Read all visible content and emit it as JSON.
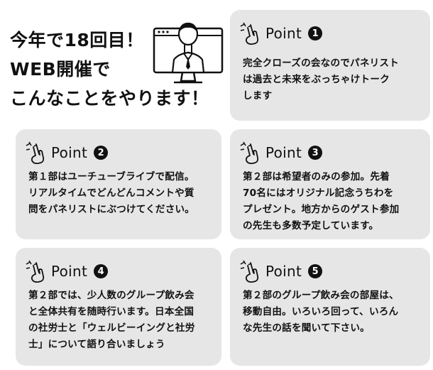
{
  "headline": {
    "lines": [
      "今年で18回目！",
      "WEB開催で",
      "こんなことをやります！"
    ]
  },
  "points": [
    {
      "title": "Point",
      "number": "1",
      "lines": [
        "完全クローズの会なのでパネリスト",
        "は過去と未来をぶっちゃけトーク",
        "します"
      ]
    },
    {
      "title": "Point",
      "number": "2",
      "lines": [
        "第１部はユーチューブライブで配信。",
        "リアルタイムでどんどんコメントや質",
        "問をパネリストにぶつけてください。"
      ]
    },
    {
      "title": "Point",
      "number": "3",
      "lines": [
        "第２部は希望者のみの参加。先着",
        "70名にはオリジナル記念うちわを",
        "プレゼント。地方からのゲスト参加",
        "の先生も多数予定しています。"
      ]
    },
    {
      "title": "Point",
      "number": "4",
      "lines": [
        "第２部では、少人数のグループ飲み会",
        "と全体共有を随時行います。日本全国",
        "の社労士と「ウェルビーイングと社労",
        "士」について語り合いましょう"
      ]
    },
    {
      "title": "Point",
      "number": "5",
      "lines": [
        "第２部のグループ飲み会の部屋は、",
        "移動自由。いろいろ回って、いろん",
        "な先生の話を聞いて下さい。"
      ]
    }
  ],
  "icons": {
    "presenter": "presenter-monitor-icon",
    "hand": "crossed-fingers-icon"
  },
  "colors": {
    "card_bg": "#e6e6e6",
    "text": "#111111",
    "badge": "#111111"
  }
}
